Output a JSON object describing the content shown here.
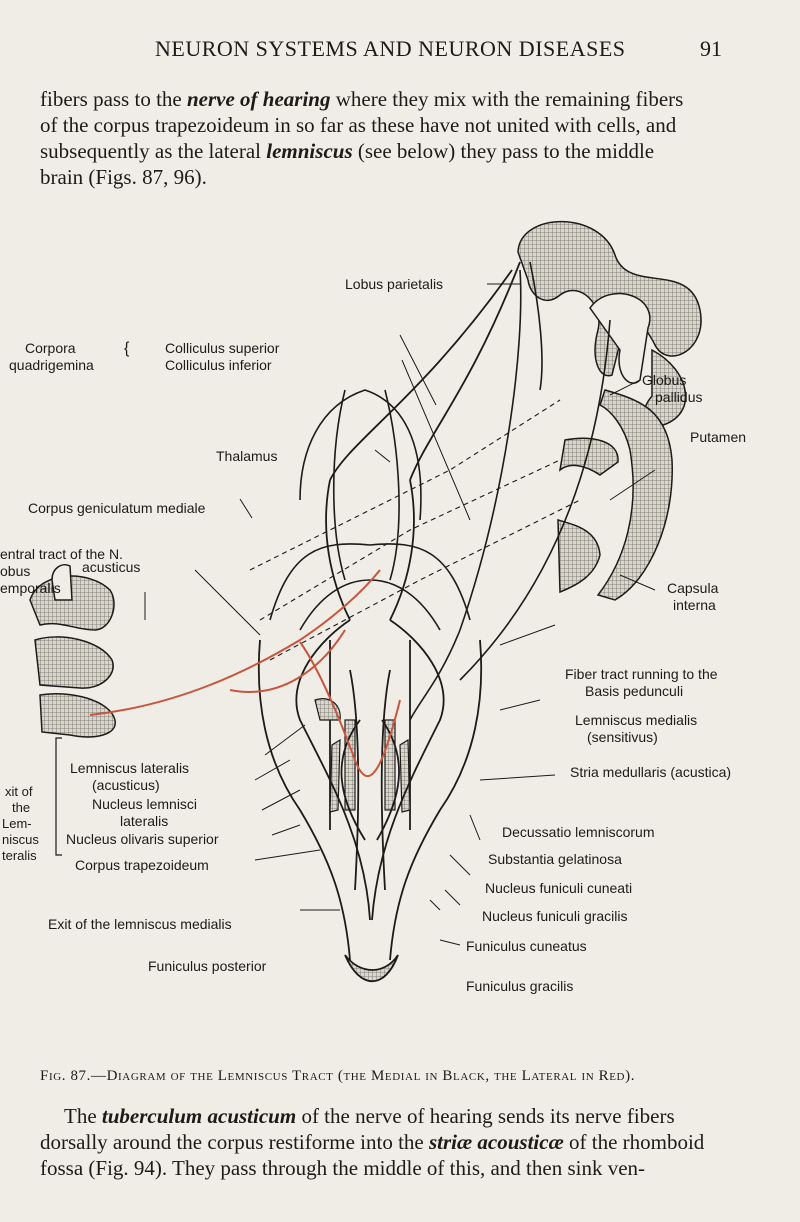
{
  "header": {
    "running_title": "NEURON SYSTEMS AND NEURON DISEASES",
    "page_number": "91"
  },
  "paragraph_top": {
    "lines": [
      [
        "fibers pass to the ",
        "nerve of hearing",
        " where they mix with the remaining fibers"
      ],
      [
        "of the corpus trapezoideum in so far as these have not united with cells, and"
      ],
      [
        "subsequently as the lateral ",
        "lemniscus",
        " (see below) they pass to the middle"
      ],
      [
        "brain (Figs. 87, 96)."
      ]
    ]
  },
  "figure": {
    "colors": {
      "medial_tract": "#1c1b19",
      "lateral_tract": "#c8563e"
    },
    "labels": {
      "lobus_parietalis": "Lobus parietalis",
      "corpora": "Corpora",
      "quadrigemina": "quadrigemina",
      "colliculus_superior": "Colliculus superior",
      "colliculus_inferior": "Colliculus inferior",
      "thalamus": "Thalamus",
      "corpus_geniculatum_mediale": "Corpus geniculatum mediale",
      "central_tract_1": "entral tract of the N.",
      "central_tract_2": "obus",
      "central_tract_3": "acusticus",
      "central_tract_4": "emporalis",
      "globus": "Globus",
      "pallidus": "pallidus",
      "putamen": "Putamen",
      "capsula": "Capsula",
      "interna": "interna",
      "fiber_tract_1": "Fiber tract running to the",
      "fiber_tract_2": "Basis pedunculi",
      "lemniscus_medialis_1": "Lemniscus medialis",
      "lemniscus_medialis_2": "(sensitivus)",
      "stria_medullaris": "Stria medullaris (acustica)",
      "lemniscus_lateralis_1": "Lemniscus lateralis",
      "lemniscus_lateralis_2": "(acusticus)",
      "nucleus_lemnisci_1": "Nucleus lemnisci",
      "nucleus_lemnisci_2": "lateralis",
      "nucleus_olivaris": "Nucleus olivaris superior",
      "corpus_trapezoideum": "Corpus trapezoideum",
      "exit_lateral_1": "xit of",
      "exit_lateral_2": "the",
      "exit_lateral_3": "Lem-",
      "exit_lateral_4": "niscus",
      "exit_lateral_5": "teralis",
      "decussatio": "Decussatio lemniscorum",
      "substantia_gelatinosa": "Substantia gelatinosa",
      "nucleus_cuneati": "Nucleus funiculi cuneati",
      "nucleus_gracilis": "Nucleus funiculi gracilis",
      "exit_medialis": "Exit of the lemniscus medialis",
      "funiculus_cuneatus": "Funiculus cuneatus",
      "funiculus_posterior": "Funiculus posterior",
      "funiculus_gracilis": "Funiculus gracilis"
    }
  },
  "caption": "Fig. 87.—Diagram of the Lemniscus Tract (the Medial in Black, the Lateral in Red).",
  "paragraph_bottom": {
    "lines": [
      [
        "The ",
        "tuberculum acusticum",
        " of the nerve of hearing sends its nerve fibers"
      ],
      [
        "dorsally around the corpus restiforme into the ",
        "striæ acousticæ",
        " of the rhomboid"
      ],
      [
        "fossa (Fig. 94). They pass through the middle of this, and then sink ven-"
      ]
    ]
  }
}
